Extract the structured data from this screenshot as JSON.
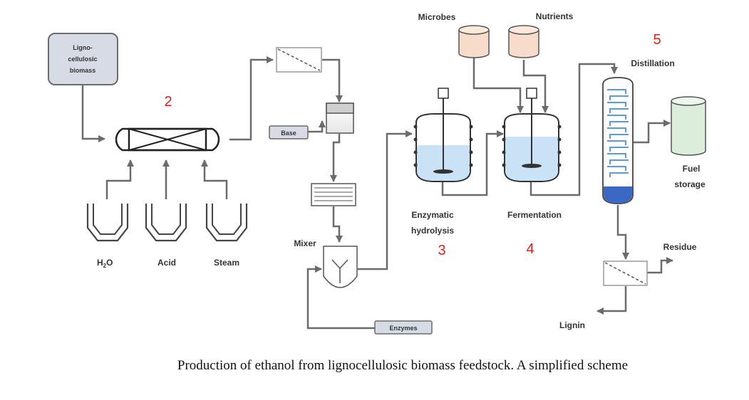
{
  "feed": {
    "label_line1": "Ligno-",
    "label_line2": "cellulosic",
    "label_line3": "biomass"
  },
  "inputs": {
    "water": "H",
    "water_sub": "2",
    "water_tail": "O",
    "acid": "Acid",
    "steam": "Steam"
  },
  "base_label": "Base",
  "mixer_label": "Mixer",
  "enzymes_label": "Enzymes",
  "microbes_label": "Microbes",
  "nutrients_label": "Nutrients",
  "hydrolysis": {
    "line1": "Enzymatic",
    "line2": "hydrolysis"
  },
  "fermentation_label": "Fermentation",
  "distillation_label": "Distillation",
  "fuel": {
    "line1": "Fuel",
    "line2": "storage"
  },
  "residue_label": "Residue",
  "lignin_label": "Lignin",
  "step_numbers": {
    "pretreatment": "2",
    "hydrolysis": "3",
    "fermentation": "4",
    "distillation": "5"
  },
  "caption": "Production of ethanol from lignocellulosic biomass feedstock. A simplified scheme",
  "colors": {
    "pipe": "#6b6b6b",
    "feed_box": "#d6dbe6",
    "liquid": "#c9e2f5",
    "tank_top": "#f8dccb",
    "fuel_tank": "#dbeedb",
    "column_bottom": "#3a68c2",
    "step_number": "#e0201b"
  }
}
